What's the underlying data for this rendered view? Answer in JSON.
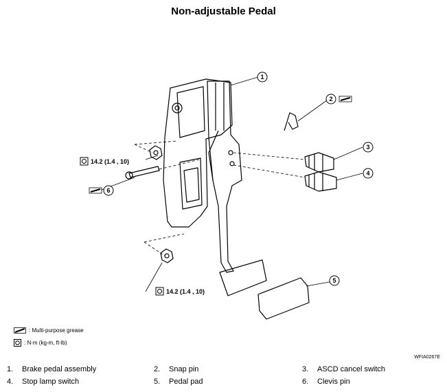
{
  "title": "Non-adjustable Pedal",
  "torque_labels": [
    {
      "value": "14.2 (1.4 , 10)"
    },
    {
      "value": "14.2 (1.4 , 10)"
    }
  ],
  "callouts": [
    "1",
    "2",
    "3",
    "4",
    "5",
    "6"
  ],
  "legend": [
    {
      "icon": "grease-icon",
      "text": ": Multi-purpose grease"
    },
    {
      "icon": "torque-icon",
      "text": ": N·m (kg-m, ft-lb)"
    }
  ],
  "reference": "WFIA0267E",
  "parts": [
    {
      "num": "1.",
      "name": "Brake pedal assembly"
    },
    {
      "num": "2.",
      "name": "Snap pin"
    },
    {
      "num": "3.",
      "name": "ASCD cancel switch"
    },
    {
      "num": "4.",
      "name": "Stop lamp switch"
    },
    {
      "num": "5.",
      "name": "Pedal pad"
    },
    {
      "num": "6.",
      "name": "Clevis pin"
    }
  ]
}
